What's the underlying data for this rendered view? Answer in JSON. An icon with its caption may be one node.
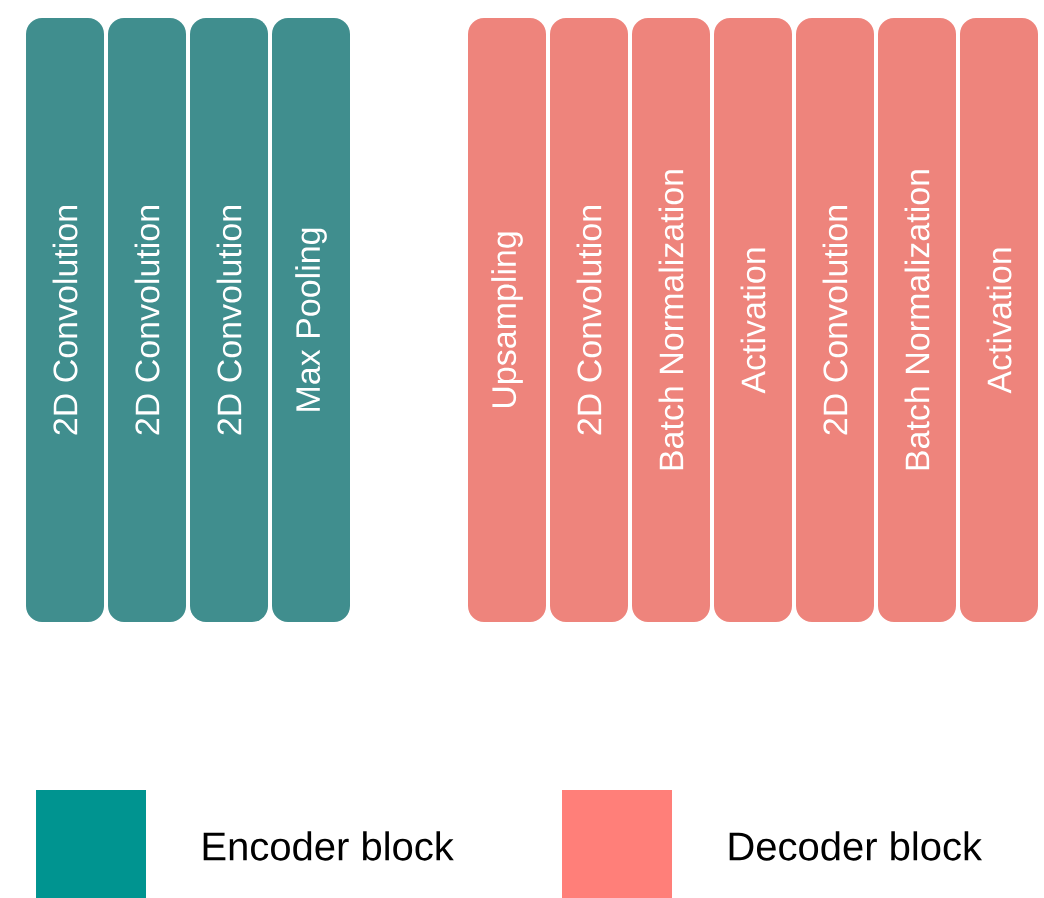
{
  "diagram": {
    "nodes": [
      {
        "text": [
          "2D Convolution"
        ]
      },
      {
        "text": [
          "2D Convolution"
        ]
      },
      {
        "text": [
          "2D Convolution"
        ]
      },
      {
        "text": [
          "Max Pooling"
        ]
      },
      {
        "text": [
          "Upsampling"
        ]
      },
      {
        "text": [
          "2D Convolution"
        ]
      },
      {
        "text": [
          "Batch Normalization"
        ]
      },
      {
        "text": [
          "Activation"
        ]
      },
      {
        "text": [
          "2D Convolution"
        ]
      },
      {
        "text": [
          "Batch Normalization"
        ]
      },
      {
        "text": [
          "Activation"
        ]
      }
    ],
    "legend": [
      {
        "text": "Encoder block",
        "color": "#009490"
      },
      {
        "text": "Decoder block",
        "color": "#ff7f79"
      }
    ]
  }
}
